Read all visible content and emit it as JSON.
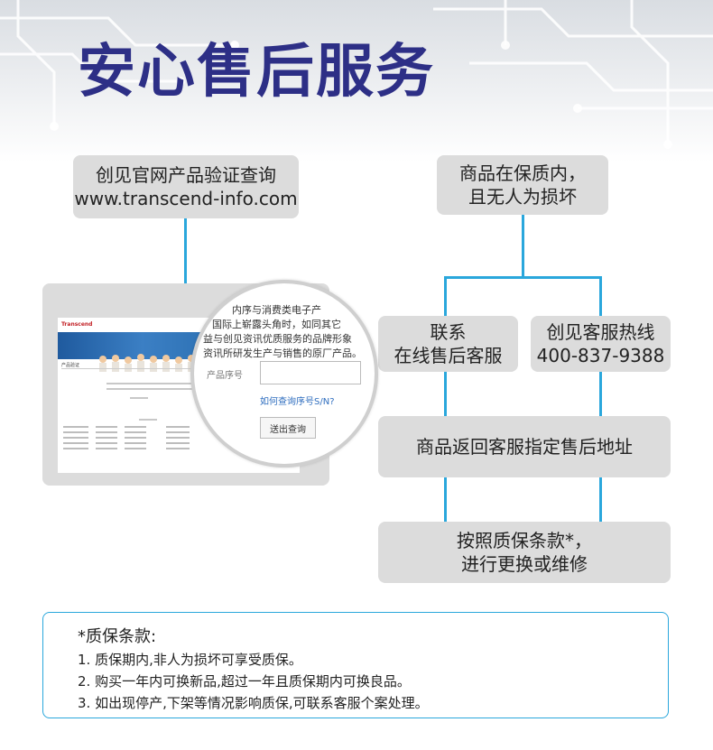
{
  "title": "安心售后服务",
  "verify_box": {
    "line1": "创见官网产品验证查询",
    "line2": "www.transcend-info.com"
  },
  "warranty_box": {
    "line1": "商品在保质内，",
    "line2": "且无人为损坏"
  },
  "contact_box": {
    "line1": "联系",
    "line2": "在线售后客服"
  },
  "hotline_box": {
    "line1": "创见客服热线",
    "line2": "400-837-9388"
  },
  "return_box": {
    "line1": "商品返回客服指定售后地址"
  },
  "exchange_box": {
    "line1": "按照质保条款*，",
    "line2": "进行更换或维修"
  },
  "screenshot": {
    "logo": "Transcend",
    "tab": "产品验证",
    "mag_line1": "内序与消费类电子产",
    "mag_line2": "国际上崭露头角时，如同其它",
    "mag_line3": "益与创见资讯优质服务的品牌形象",
    "mag_line4": "资讯所研发生产与销售的原厂产品。",
    "field_label": "产品序号",
    "help_link": "如何查询序号S/N?",
    "submit_label": "送出查询"
  },
  "terms": {
    "heading": "*质保条款:",
    "items": [
      "1. 质保期内,非人为损坏可享受质保。",
      "2. 购买一年内可换新品,超过一年且质保期内可换良品。",
      "3. 如出现停产,下架等情况影响质保,可联系客服个案处理。"
    ]
  },
  "colors": {
    "title": "#2d2f86",
    "connector": "#2aa7dc",
    "box": "#dcdcdc"
  }
}
